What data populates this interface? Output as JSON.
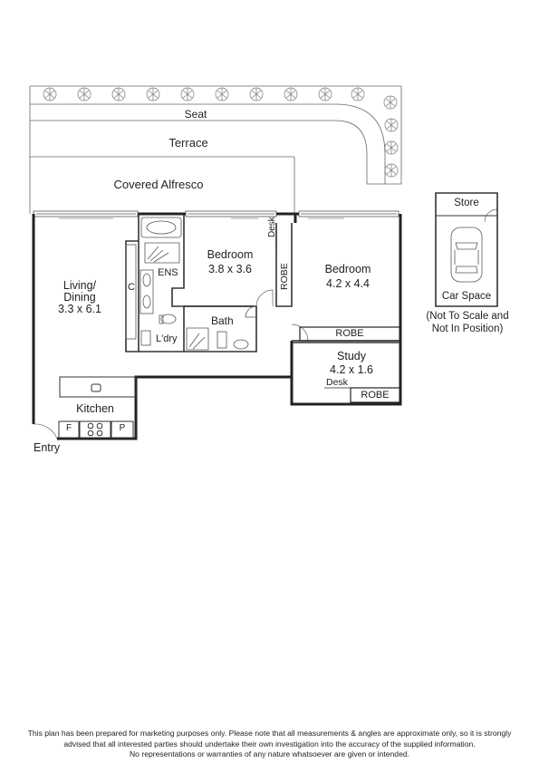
{
  "labels": {
    "seat": "Seat",
    "terrace": "Terrace",
    "covered_alfresco": "Covered Alfresco",
    "living_name": "Living/",
    "living_name2": "Dining",
    "living_dims": "3.3 x 6.1",
    "cupboard": "C",
    "ens": "ENS",
    "laundry": "L'dry",
    "bath": "Bath",
    "bedroom1_name": "Bedroom",
    "bedroom1_dims": "3.8 x 3.6",
    "desk1": "Desk",
    "robe_vertical": "ROBE",
    "bedroom2_name": "Bedroom",
    "bedroom2_dims": "4.2 x 4.4",
    "robe2": "ROBE",
    "study_name": "Study",
    "study_dims": "4.2 x 1.6",
    "desk2": "Desk",
    "robe3": "ROBE",
    "kitchen": "Kitchen",
    "fridge": "F",
    "pantry": "P",
    "entry": "Entry",
    "store": "Store",
    "car_space": "Car Space",
    "note_line1": "(Not To Scale and",
    "note_line2": "Not In Position)"
  },
  "disclaimer": {
    "line1": "This plan has been prepared for marketing purposes only. Please note that all measurements & angles are approximate only, so it is strongly",
    "line2": "advised that all interested parties should undertake their own investigation into the accuracy of the supplied information.",
    "line3": "No representations or warranties of any nature whatsoever are given or intended."
  },
  "colors": {
    "wall": "#222222",
    "line": "#555555",
    "hatch": "#999999"
  }
}
